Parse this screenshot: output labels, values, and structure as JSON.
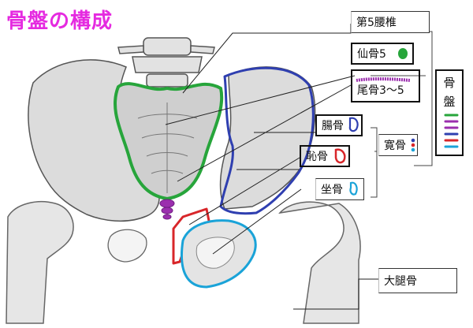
{
  "title": "骨盤の構成",
  "labels": {
    "lumbar5": "第5腰椎",
    "sacrum": "仙骨5",
    "coccyx": "尾骨3～5",
    "ilium": "腸骨",
    "pubis": "恥骨",
    "ischium": "坐骨",
    "hip_bone": "寛骨",
    "pelvis_char1": "骨",
    "pelvis_char2": "盤",
    "femur": "大腿骨"
  },
  "colors": {
    "title": "#e52ae0",
    "sacrum": "#27a53b",
    "coccyx": "#9b2fae",
    "ilium": "#2f3fb0",
    "pubis": "#d8262a",
    "ischium": "#1aa3d8"
  }
}
